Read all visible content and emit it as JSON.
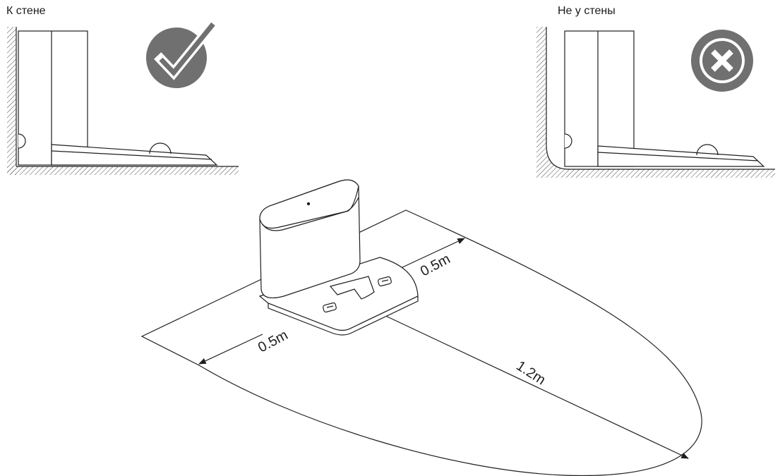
{
  "panels": {
    "correct": {
      "caption": "К стене",
      "status_icon": "check-circle-icon"
    },
    "incorrect": {
      "caption": "Не у стены",
      "status_icon": "x-circle-icon"
    }
  },
  "dimensions": {
    "side_right": "0.5m",
    "side_left": "0.5m",
    "front": "1.2m"
  },
  "colors": {
    "line": "#1f1f1f",
    "icon_fill": "#707070",
    "icon_mark": "#ffffff"
  }
}
